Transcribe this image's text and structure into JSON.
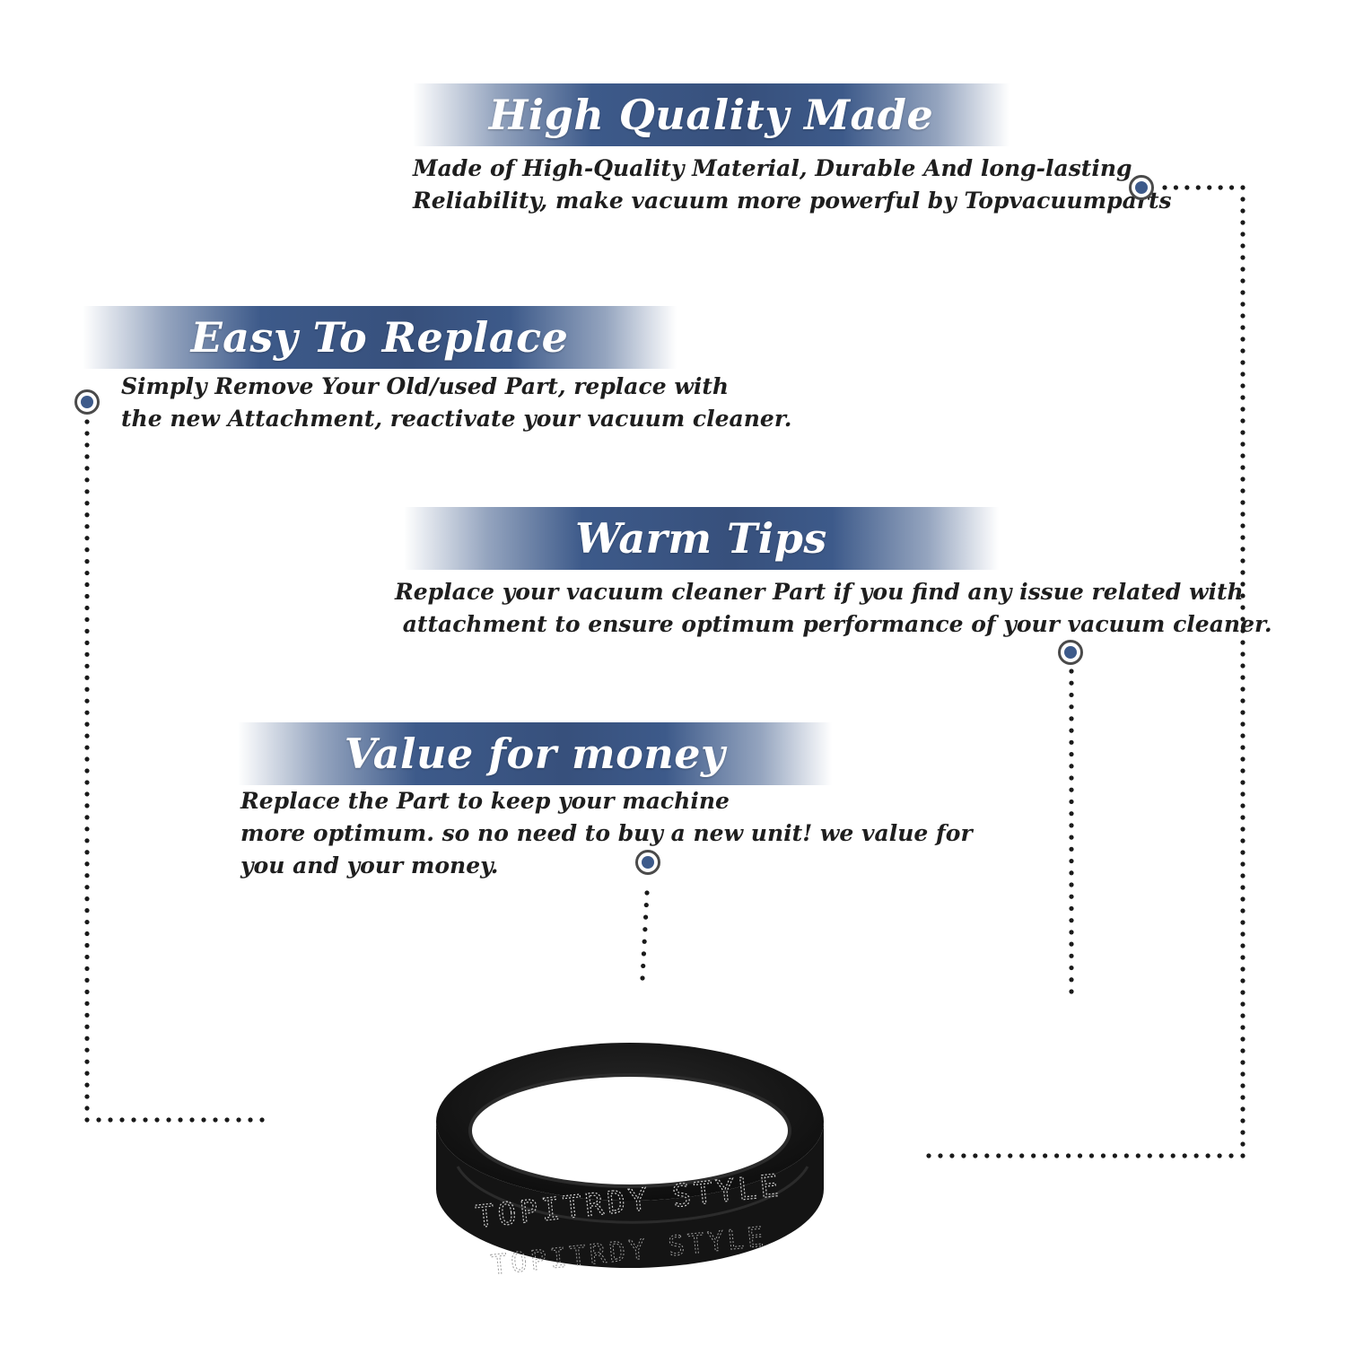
{
  "sections": [
    {
      "title": "High Quality Made",
      "lines": [
        "Made of  High-Quality Material, Durable And long-lasting",
        "Reliability, make vacuum more powerful by Topvacuumparts"
      ]
    },
    {
      "title": "Easy To Replace",
      "lines": [
        "Simply Remove Your Old/used Part, replace with",
        "the new Attachment, reactivate your vacuum cleaner."
      ]
    },
    {
      "title": "Warm Tips",
      "lines": [
        "Replace your vacuum cleaner Part if you find any issue related with",
        " attachment to ensure optimum performance of your vacuum cleaner."
      ]
    },
    {
      "title": "Value for money",
      "lines": [
        "Replace the Part to keep your machine",
        "more optimum. so no need to buy a new unit! we value for",
        "you and your money."
      ]
    }
  ],
  "colors": {
    "accent": "#3d5a8a",
    "text": "#1e1e1e",
    "belt": "#141414",
    "dots": "#1a1a1a"
  },
  "product": {
    "icon": "vacuum-belt-icon",
    "imprint": "TOPITRDY STYLE"
  }
}
